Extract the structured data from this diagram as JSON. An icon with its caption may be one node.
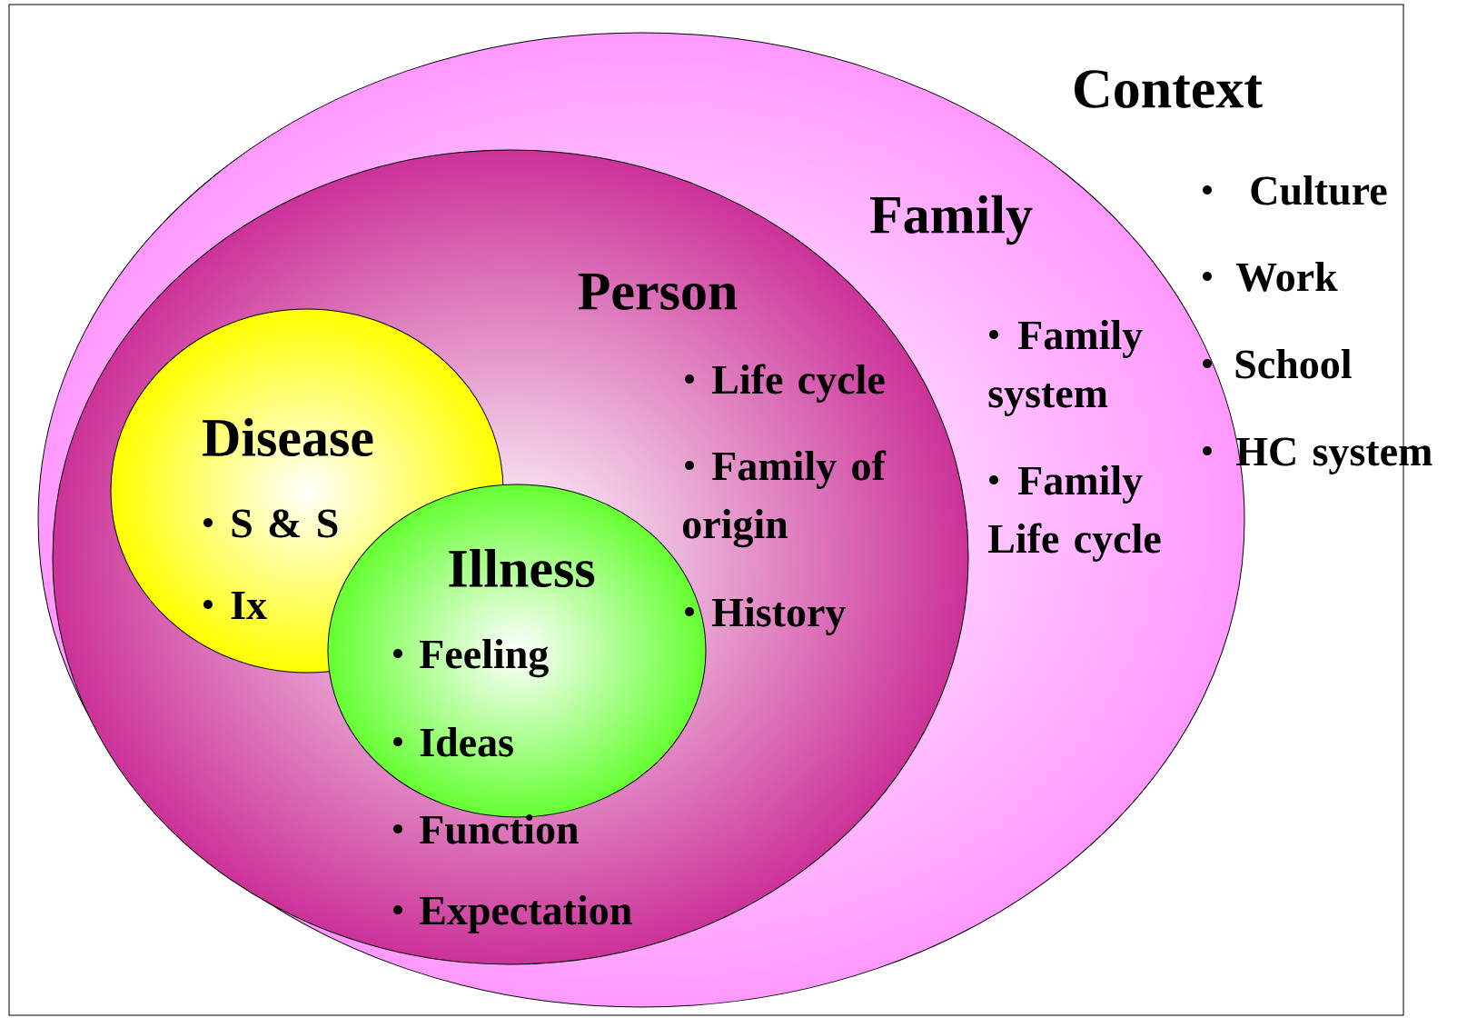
{
  "diagram": {
    "nodes": [
      {
        "text": [
          "Context",
          "Culture",
          "Work",
          "School",
          "HC system"
        ]
      },
      {
        "text": [
          "Family",
          "Family system",
          "Family Life cycle"
        ],
        "in": 0
      },
      {
        "text": [
          "Person",
          "Life cycle",
          "Family of origin",
          "History"
        ],
        "in": 1
      },
      {
        "text": [
          "Disease",
          "S & S",
          "Ix"
        ],
        "in": 2
      },
      {
        "text": [
          "Illness",
          "Feeling",
          "Ideas",
          "Function",
          "Expectation"
        ],
        "in": 2
      }
    ]
  }
}
